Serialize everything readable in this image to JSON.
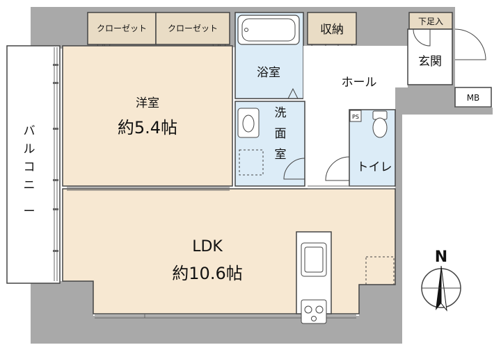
{
  "rooms": {
    "closet_left": "クローゼット",
    "closet_right": "クローゼット",
    "storage": "収納",
    "shoe_storage": "下足入",
    "entrance": "玄関",
    "bathroom": "浴室",
    "hall": "ホール",
    "mb": "MB",
    "washroom_line1": "洗",
    "washroom_line2": "面",
    "washroom_line3": "室",
    "ps": "PS",
    "toilet": "トイレ",
    "western_room": "洋室",
    "western_room_size": "約5.4帖",
    "ldk": "LDK",
    "ldk_size": "約10.6帖",
    "balcony_line1": "バ",
    "balcony_line2": "ル",
    "balcony_line3": "コ",
    "balcony_line4": "ニ",
    "balcony_line5": "ー"
  },
  "compass": {
    "north_label": "N"
  },
  "colors": {
    "wall": "#a9a9a9",
    "wood_floor": "#f7e8d2",
    "wet_area": "#dcecf7",
    "closet": "#e9dcc5",
    "line": "#444444"
  }
}
